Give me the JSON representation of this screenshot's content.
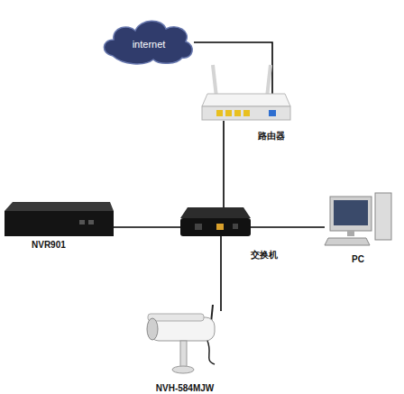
{
  "diagram": {
    "nodes": [
      {
        "text": [
          "internet"
        ]
      },
      {
        "text": [
          "路由器"
        ]
      },
      {
        "text": [
          "NVR901"
        ]
      },
      {
        "text": [
          "交换机"
        ]
      },
      {
        "text": [
          "PC"
        ]
      },
      {
        "text": [
          "NVH-584MJW"
        ]
      }
    ],
    "edges": [
      {
        "from": 0,
        "to": 1,
        "arrow": "none"
      },
      {
        "from": 1,
        "to": 3,
        "arrow": "none"
      },
      {
        "from": 2,
        "to": 3,
        "arrow": "none"
      },
      {
        "from": 3,
        "to": 4,
        "arrow": "none"
      },
      {
        "from": 3,
        "to": 5,
        "arrow": "none"
      }
    ]
  }
}
